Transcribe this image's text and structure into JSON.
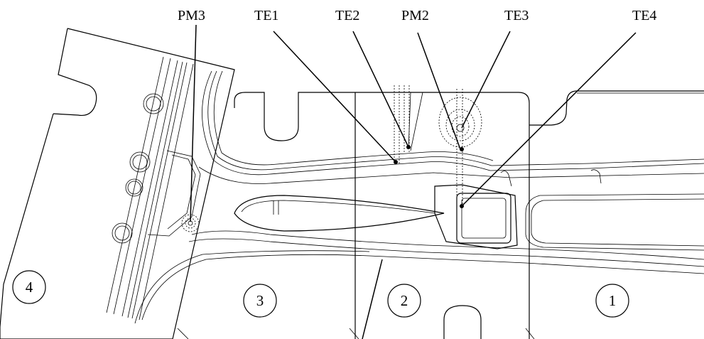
{
  "labels": {
    "pm3": "PM3",
    "te1": "TE1",
    "te2": "TE2",
    "pm2": "PM2",
    "te3": "TE3",
    "te4": "TE4"
  },
  "sections": {
    "s1": "1",
    "s2": "2",
    "s3": "3",
    "s4": "4"
  },
  "colors": {
    "ink": "#000000",
    "background": "#ffffff"
  }
}
